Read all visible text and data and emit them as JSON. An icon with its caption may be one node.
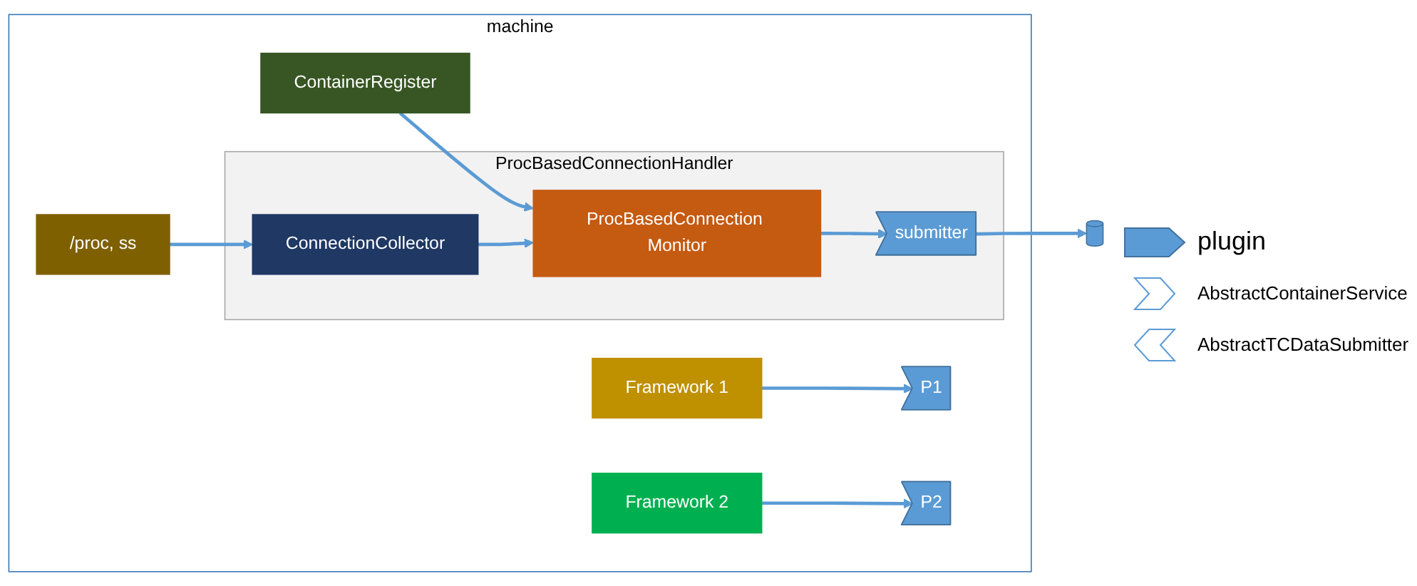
{
  "diagram": {
    "nodes": [
      {
        "text": [
          "machine"
        ]
      },
      {
        "text": [
          "ProcBasedConnectionHandler"
        ],
        "in": 0
      },
      {
        "text": [
          "Framework 1"
        ],
        "in": 0
      },
      {
        "text": [
          "Framework 2"
        ],
        "in": 0
      },
      {
        "text": [
          "P1"
        ],
        "in": 0
      },
      {
        "text": [
          "P2"
        ],
        "in": 0
      },
      {
        "text": [
          "ContainerRegister"
        ],
        "in": 0
      },
      {
        "text": [
          "ProcBasedConnection Monitor"
        ],
        "in": 1
      },
      {
        "text": [
          "ConnectionCollector"
        ],
        "in": 1
      },
      {
        "text": [
          "submitter"
        ],
        "in": 1
      },
      {
        "text": [
          "/proc, ss"
        ],
        "in": 0
      },
      {
        "text": [],
        "shape": "cylinder"
      }
    ],
    "edges": [
      {
        "from": 2,
        "to": 4,
        "arrow": "to"
      },
      {
        "from": 3,
        "to": 5,
        "arrow": "to"
      },
      {
        "from": 6,
        "to": 7,
        "arrow": "to"
      },
      {
        "from": 8,
        "to": 7,
        "arrow": "to"
      },
      {
        "from": 10,
        "to": 8,
        "arrow": "to"
      },
      {
        "from": 7,
        "to": 9,
        "arrow": "to"
      },
      {
        "from": 9,
        "to": 11,
        "arrow": "to"
      }
    ],
    "legend": [
      {
        "text": "plugin"
      },
      {
        "text": "AbstractContainerService"
      },
      {
        "text": "AbstractTCDataSubmitter"
      }
    ]
  }
}
